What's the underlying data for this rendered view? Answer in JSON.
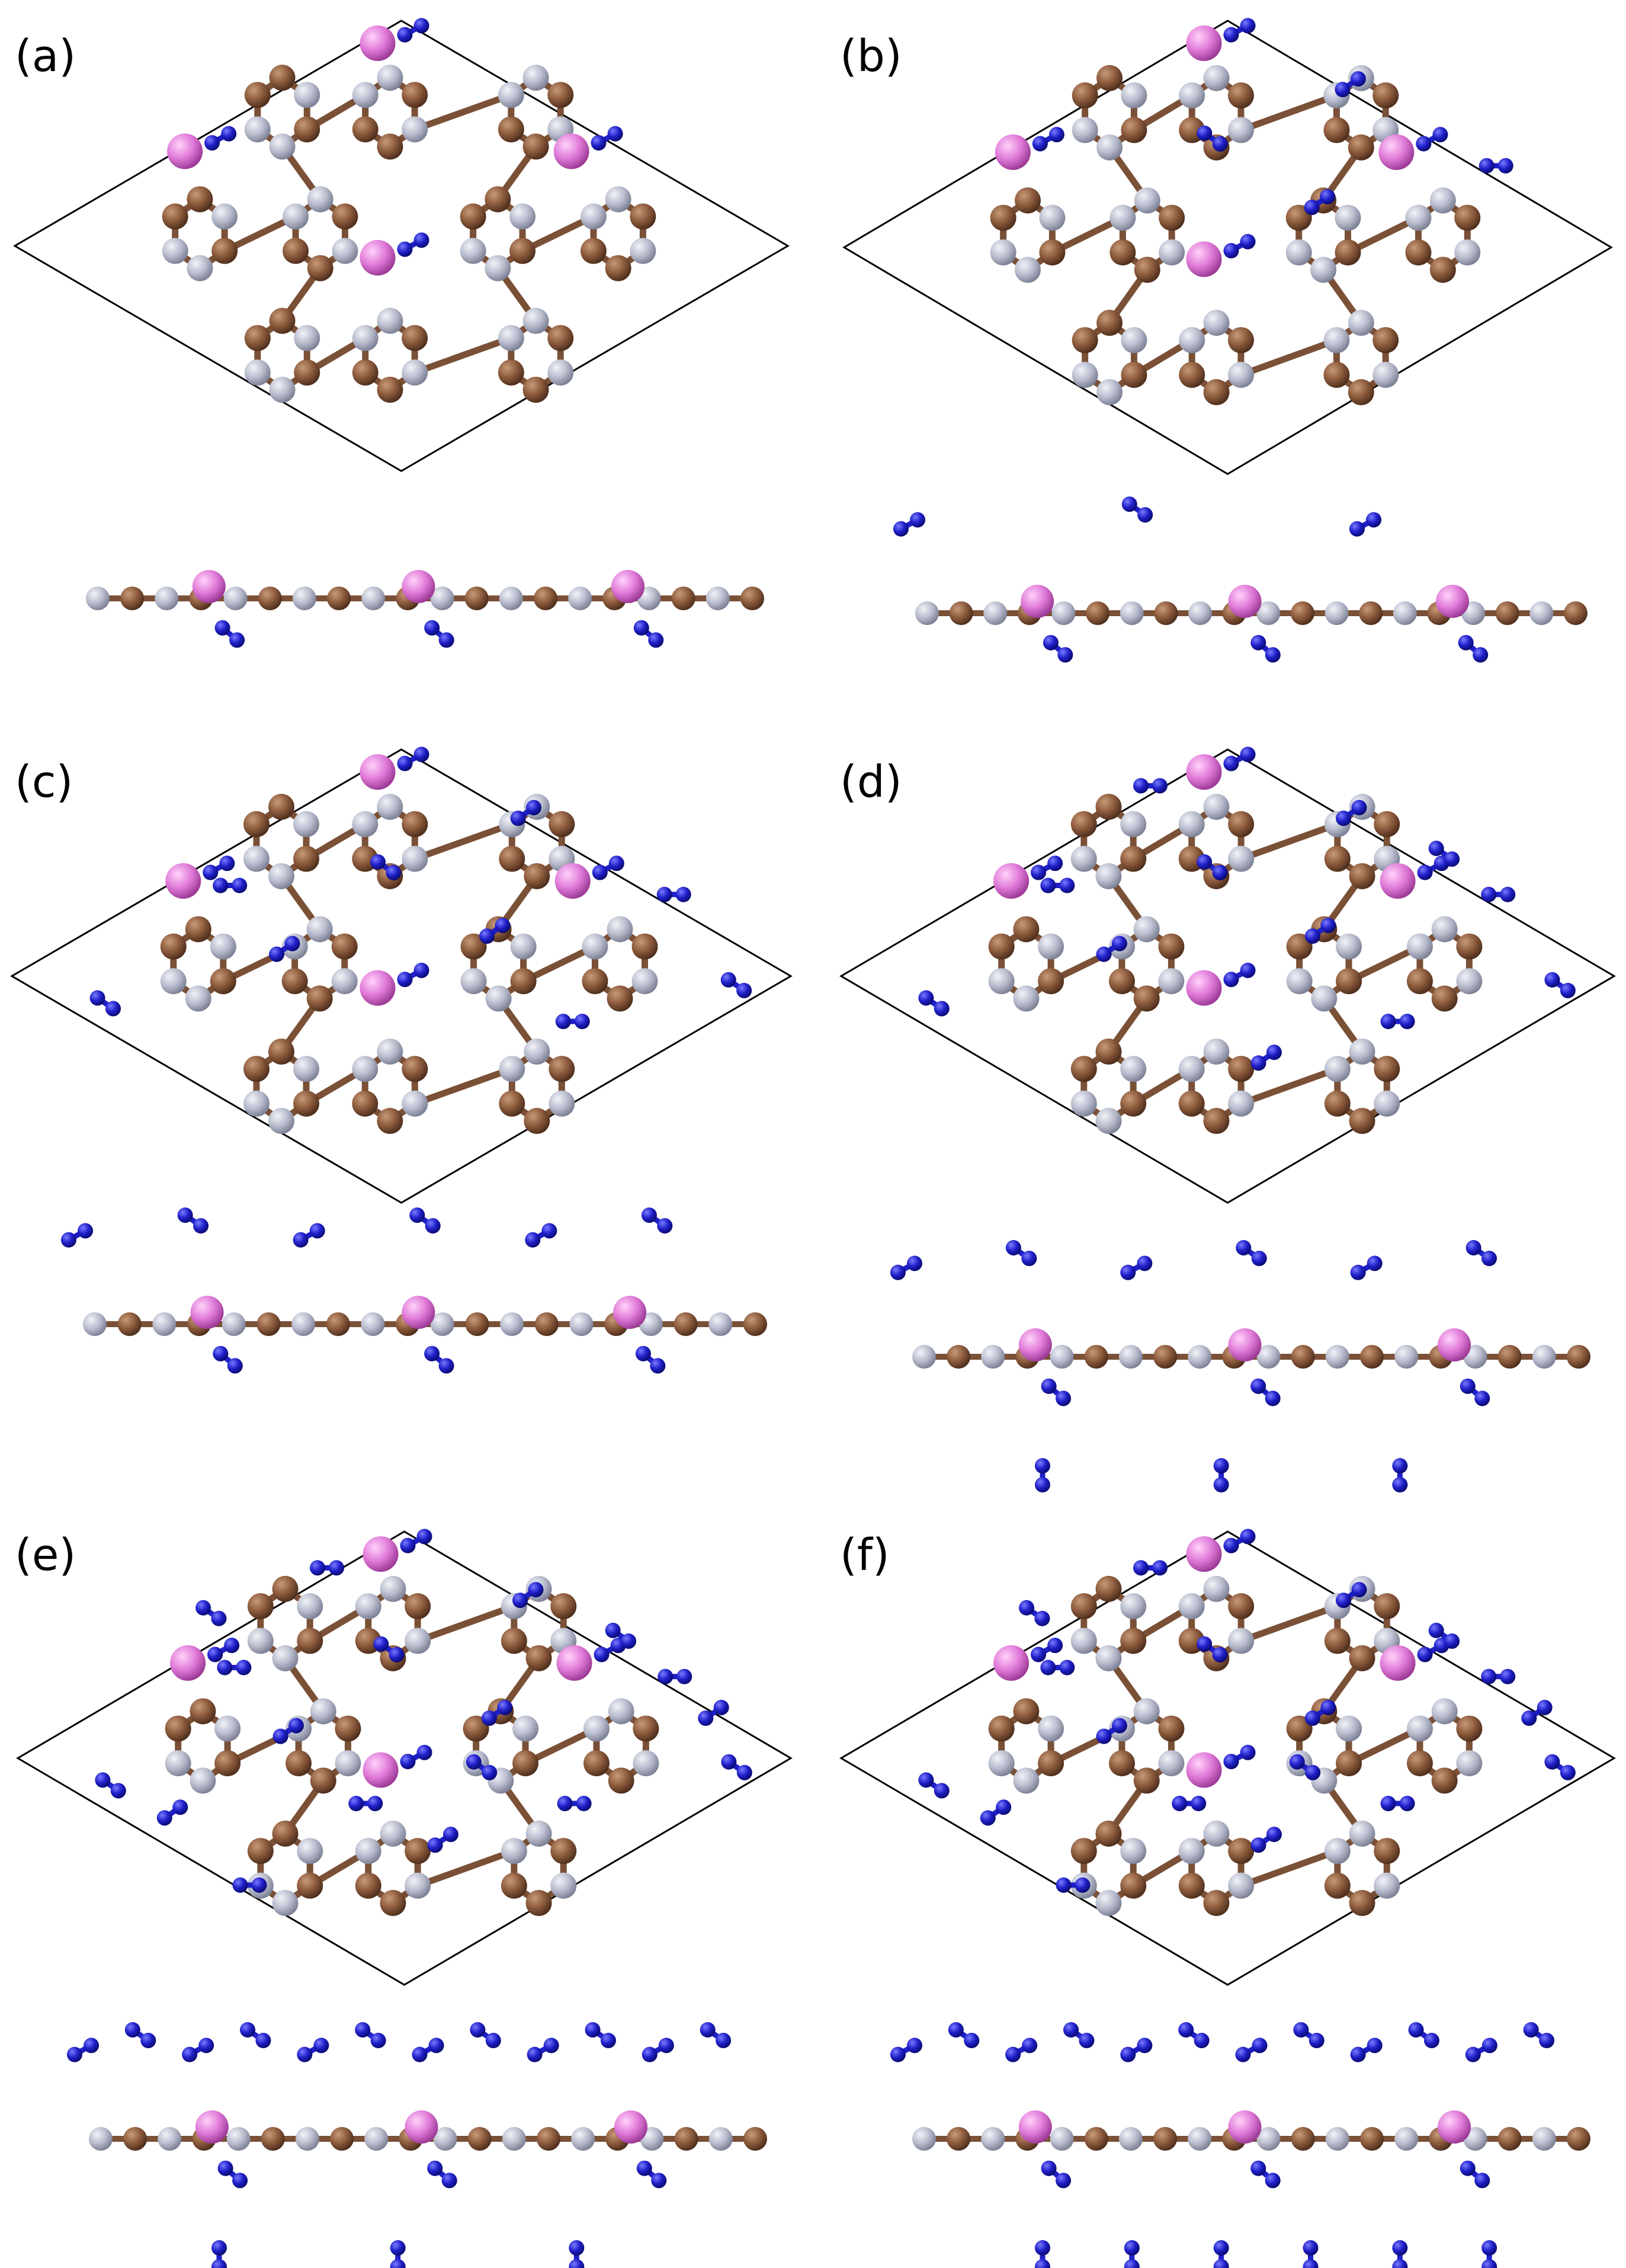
{
  "figure": {
    "panels": [
      {
        "id": "a",
        "label": "(a)",
        "n2_above": 0,
        "n2_below": 0,
        "n2_top_extra": 0
      },
      {
        "id": "b",
        "label": "(b)",
        "n2_above": 3,
        "n2_below": 0,
        "n2_top_extra": 4
      },
      {
        "id": "c",
        "label": "(c)",
        "n2_above": 6,
        "n2_below": 0,
        "n2_top_extra": 9
      },
      {
        "id": "d",
        "label": "(d)",
        "n2_above": 6,
        "n2_below": 3,
        "n2_top_extra": 12
      },
      {
        "id": "e",
        "label": "(e)",
        "n2_above": 12,
        "n2_below": 3,
        "n2_top_extra": 18
      },
      {
        "id": "f",
        "label": "(f)",
        "n2_above": 12,
        "n2_below": 6,
        "n2_top_extra": 18
      }
    ]
  },
  "colors": {
    "carbon": "#8b5a3c",
    "nitrogen": "#b8bccd",
    "metal": "#e07ad8",
    "n2": "#1f1fc8",
    "bond": "#7a5036",
    "cell": "#000000"
  }
}
